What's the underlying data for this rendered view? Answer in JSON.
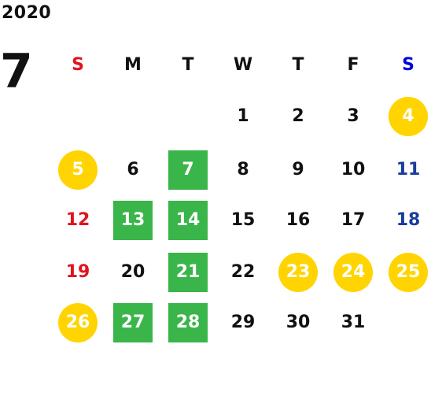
{
  "year": "2020",
  "month": "7",
  "weekdays": [
    "S",
    "M",
    "T",
    "W",
    "T",
    "F",
    "S"
  ],
  "weeks": [
    [
      {
        "day": "",
        "style": "none"
      },
      {
        "day": "",
        "style": "none"
      },
      {
        "day": "",
        "style": "none"
      },
      {
        "day": "1",
        "style": "none"
      },
      {
        "day": "2",
        "style": "none"
      },
      {
        "day": "3",
        "style": "none"
      },
      {
        "day": "4",
        "style": "circle"
      }
    ],
    [
      {
        "day": "5",
        "style": "circle"
      },
      {
        "day": "6",
        "style": "none"
      },
      {
        "day": "7",
        "style": "square"
      },
      {
        "day": "8",
        "style": "none"
      },
      {
        "day": "9",
        "style": "none"
      },
      {
        "day": "10",
        "style": "none"
      },
      {
        "day": "11",
        "style": "none"
      }
    ],
    [
      {
        "day": "12",
        "style": "none"
      },
      {
        "day": "13",
        "style": "square"
      },
      {
        "day": "14",
        "style": "square"
      },
      {
        "day": "15",
        "style": "none"
      },
      {
        "day": "16",
        "style": "none"
      },
      {
        "day": "17",
        "style": "none"
      },
      {
        "day": "18",
        "style": "none"
      }
    ],
    [
      {
        "day": "19",
        "style": "none"
      },
      {
        "day": "20",
        "style": "none"
      },
      {
        "day": "21",
        "style": "square"
      },
      {
        "day": "22",
        "style": "none"
      },
      {
        "day": "23",
        "style": "circle"
      },
      {
        "day": "24",
        "style": "circle"
      },
      {
        "day": "25",
        "style": "circle"
      }
    ],
    [
      {
        "day": "26",
        "style": "circle"
      },
      {
        "day": "27",
        "style": "square"
      },
      {
        "day": "28",
        "style": "square"
      },
      {
        "day": "29",
        "style": "none"
      },
      {
        "day": "30",
        "style": "none"
      },
      {
        "day": "31",
        "style": "none"
      },
      {
        "day": "",
        "style": "none"
      }
    ]
  ],
  "colors": {
    "sunday": "#e0141e",
    "saturday": "#1a3d9c",
    "saturday_header": "#0000dd",
    "holiday_circle": "#ffd400",
    "highlight_square": "#3ab54a"
  }
}
